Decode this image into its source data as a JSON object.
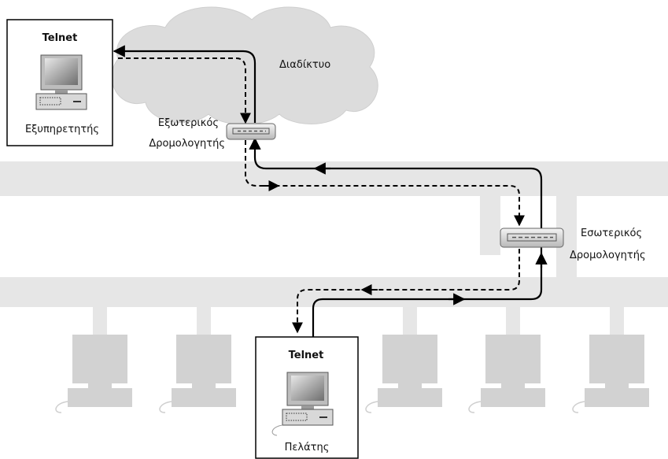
{
  "internet": {
    "label": "Διαδίκτυο"
  },
  "server": {
    "title": "Telnet",
    "label": "Εξυπηρετητής"
  },
  "client": {
    "title": "Telnet",
    "label": "Πελάτης"
  },
  "external_router": {
    "line1": "Εξωτερικός",
    "line2": "Δρομολογητής"
  },
  "internal_router": {
    "line1": "Εσωτερικός",
    "line2": "Δρομολογητής"
  },
  "colors": {
    "cloud": "#dcdcdc",
    "network_band": "#e6e6e6",
    "ghost_pc": "#d2d2d2",
    "path": "#000000"
  }
}
